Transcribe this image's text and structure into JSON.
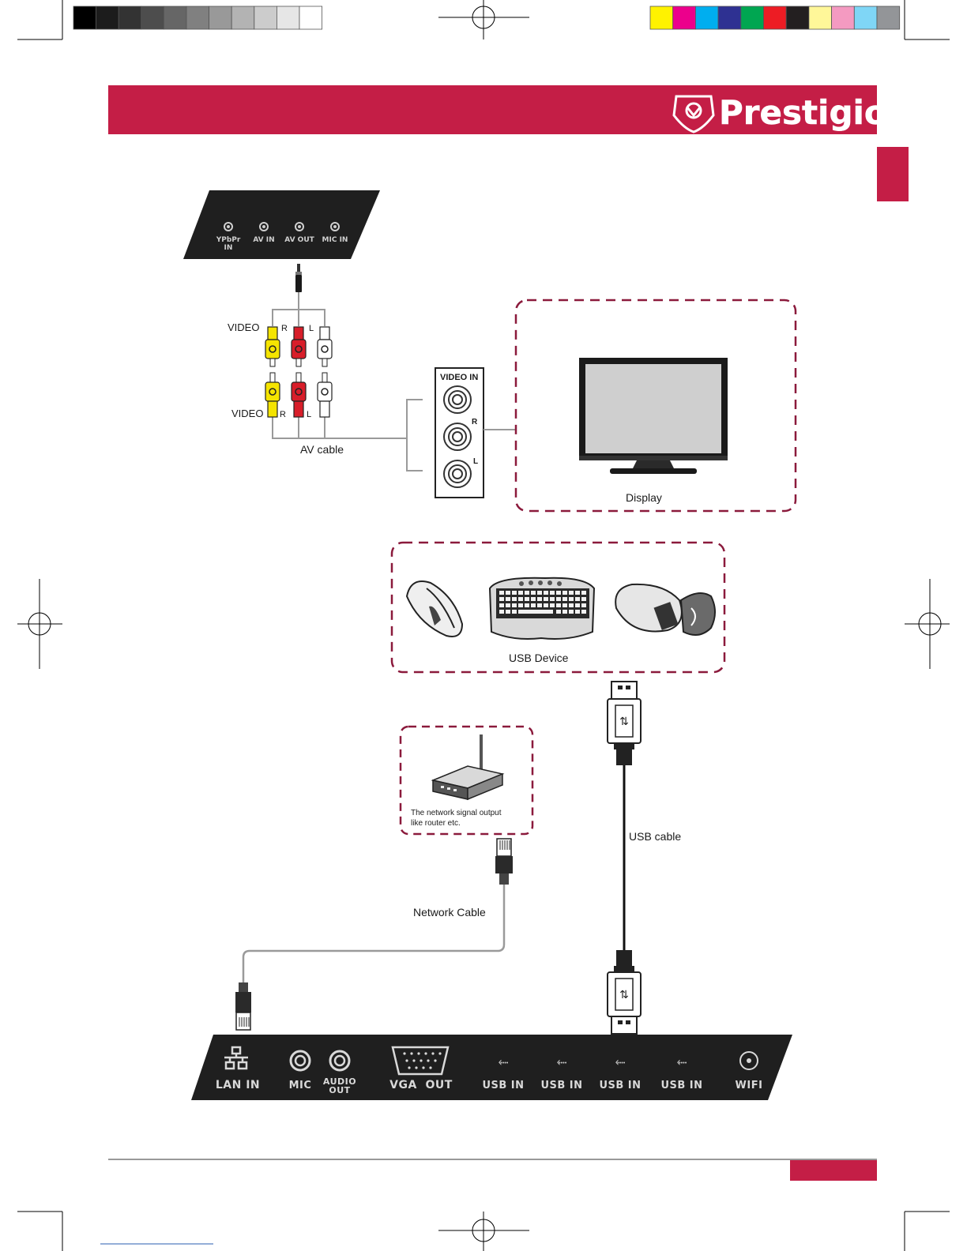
{
  "brand": {
    "logo_text": "Prestigio",
    "header_color": "#C41E46"
  },
  "calibration": {
    "grayscale": [
      "#000000",
      "#1c1c1c",
      "#333333",
      "#4d4d4d",
      "#666666",
      "#808080",
      "#999999",
      "#b3b3b3",
      "#cccccc",
      "#e6e6e6",
      "#ffffff"
    ],
    "colors": [
      "#fff200",
      "#ec008c",
      "#00aeef",
      "#2e3192",
      "#00a651",
      "#ed1c24",
      "#231f20",
      "#fff799",
      "#f49ac1",
      "#7fd6f6",
      "#939598"
    ]
  },
  "top_panel": {
    "ports": [
      "YPbPr IN",
      "AV IN",
      "AV OUT",
      "MIC IN"
    ],
    "ypbpr_line1": "YPbPr",
    "ypbpr_line2": "IN"
  },
  "av": {
    "video_top": "VIDEO",
    "r_top": "R",
    "l_top": "L",
    "video_bottom": "VIDEO",
    "r_bottom": "R",
    "l_bottom": "L",
    "cable_label": "AV cable",
    "video_in_title": "VIDEO  IN",
    "video_in_r": "R",
    "video_in_l": "L",
    "display_label": "Display"
  },
  "usb_group": {
    "label": "USB Device",
    "cable_label": "USB cable"
  },
  "network": {
    "router_line1": "The network signal output",
    "router_line2": "like router etc.",
    "cable_label": "Network Cable"
  },
  "bottom_panel": {
    "lan": "LAN IN",
    "mic": "MIC",
    "audio_line1": "AUDIO",
    "audio_line2": "OUT",
    "vga": "VGA  OUT",
    "usb1": "USB IN",
    "usb2": "USB IN",
    "usb3": "USB IN",
    "usb4": "USB IN",
    "wifi": "WIFI"
  },
  "colors": {
    "accent": "#C41E46",
    "dash": "#8B1A3C",
    "panel": "#1f1f1f"
  }
}
